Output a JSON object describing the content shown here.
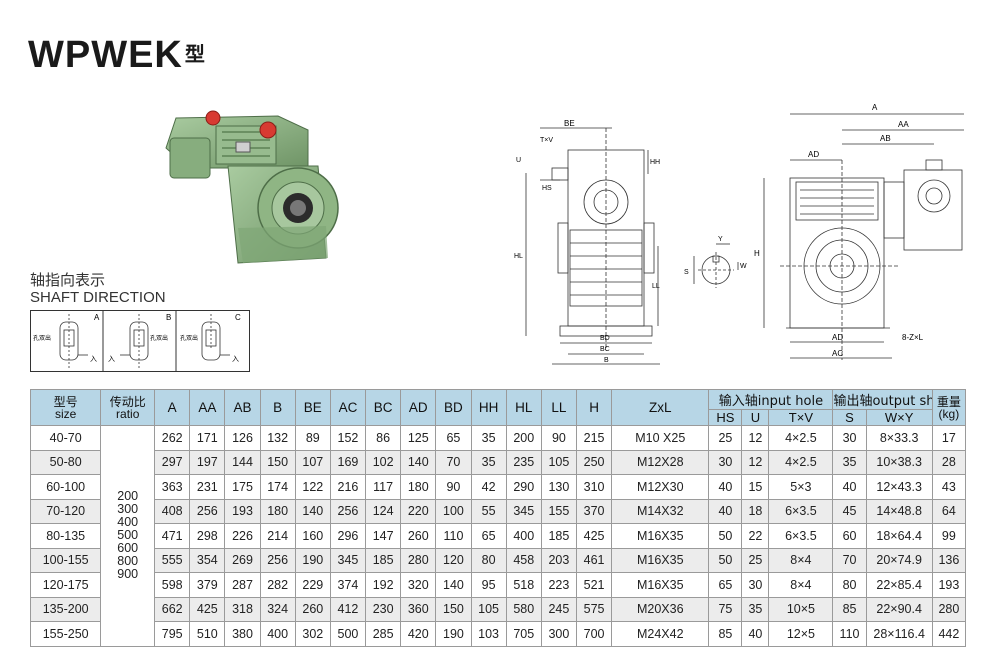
{
  "title": {
    "model": "WPWEK",
    "suffix": "型"
  },
  "shaft": {
    "cn": "轴指向表示",
    "en": "SHAFT DIRECTION",
    "boxes": [
      {
        "letter": "A",
        "tag": "孔双出",
        "io": "入"
      },
      {
        "letter": "B",
        "tag": "孔双出",
        "io": "入"
      },
      {
        "letter": "C",
        "tag": "孔双出",
        "io": "入"
      }
    ]
  },
  "drawing_labels": {
    "d1": [
      "BE",
      "T×V",
      "U",
      "HS",
      "HH",
      "HL",
      "LL",
      "BD",
      "BC",
      "B"
    ],
    "d2": [
      "Y",
      "W",
      "S"
    ],
    "d3": [
      "A",
      "AA",
      "AB",
      "AD",
      "H",
      "8-Z×L",
      "AD",
      "AC"
    ]
  },
  "table": {
    "header1": {
      "model_cn": "型号",
      "model_en": "size",
      "ratio_cn": "传动比",
      "ratio_en": "ratio",
      "cols": [
        "A",
        "AA",
        "AB",
        "B",
        "BE",
        "AC",
        "BC",
        "AD",
        "BD",
        "HH",
        "HL",
        "LL",
        "H",
        "ZxL"
      ],
      "input_group": "输入轴input hole",
      "output_group": "输出轴output shaft",
      "weight_cn": "重量",
      "weight_en": "(kg)"
    },
    "header2": {
      "input": [
        "HS",
        "U",
        "T×V"
      ],
      "output": [
        "S",
        "W×Y"
      ]
    },
    "ratios": [
      "200",
      "300",
      "400",
      "500",
      "600",
      "800",
      "900"
    ],
    "rows": [
      {
        "size": "40-70",
        "v": [
          "262",
          "171",
          "126",
          "132",
          "89",
          "152",
          "86",
          "125",
          "65",
          "35",
          "200",
          "90",
          "215",
          "M10 X25",
          "25",
          "12",
          "4×2.5",
          "30",
          "8×33.3",
          "17"
        ]
      },
      {
        "size": "50-80",
        "v": [
          "297",
          "197",
          "144",
          "150",
          "107",
          "169",
          "102",
          "140",
          "70",
          "35",
          "235",
          "105",
          "250",
          "M12X28",
          "30",
          "12",
          "4×2.5",
          "35",
          "10×38.3",
          "28"
        ]
      },
      {
        "size": "60-100",
        "v": [
          "363",
          "231",
          "175",
          "174",
          "122",
          "216",
          "117",
          "180",
          "90",
          "42",
          "290",
          "130",
          "310",
          "M12X30",
          "40",
          "15",
          "5×3",
          "40",
          "12×43.3",
          "43"
        ]
      },
      {
        "size": "70-120",
        "v": [
          "408",
          "256",
          "193",
          "180",
          "140",
          "256",
          "124",
          "220",
          "100",
          "55",
          "345",
          "155",
          "370",
          "M14X32",
          "40",
          "18",
          "6×3.5",
          "45",
          "14×48.8",
          "64"
        ]
      },
      {
        "size": "80-135",
        "v": [
          "471",
          "298",
          "226",
          "214",
          "160",
          "296",
          "147",
          "260",
          "110",
          "65",
          "400",
          "185",
          "425",
          "M16X35",
          "50",
          "22",
          "6×3.5",
          "60",
          "18×64.4",
          "99"
        ]
      },
      {
        "size": "100-155",
        "v": [
          "555",
          "354",
          "269",
          "256",
          "190",
          "345",
          "185",
          "280",
          "120",
          "80",
          "458",
          "203",
          "461",
          "M16X35",
          "50",
          "25",
          "8×4",
          "70",
          "20×74.9",
          "136"
        ]
      },
      {
        "size": "120-175",
        "v": [
          "598",
          "379",
          "287",
          "282",
          "229",
          "374",
          "192",
          "320",
          "140",
          "95",
          "518",
          "223",
          "521",
          "M16X35",
          "65",
          "30",
          "8×4",
          "80",
          "22×85.4",
          "193"
        ]
      },
      {
        "size": "135-200",
        "v": [
          "662",
          "425",
          "318",
          "324",
          "260",
          "412",
          "230",
          "360",
          "150",
          "105",
          "580",
          "245",
          "575",
          "M20X36",
          "75",
          "35",
          "10×5",
          "85",
          "22×90.4",
          "280"
        ]
      },
      {
        "size": "155-250",
        "v": [
          "795",
          "510",
          "380",
          "400",
          "302",
          "500",
          "285",
          "420",
          "190",
          "103",
          "705",
          "300",
          "700",
          "M24X42",
          "85",
          "40",
          "12×5",
          "110",
          "28×116.4",
          "442"
        ]
      }
    ]
  },
  "colors": {
    "header_bg": "#b7d6e6",
    "housing_green": "#8fb584",
    "cap_red": "#d83a32"
  }
}
